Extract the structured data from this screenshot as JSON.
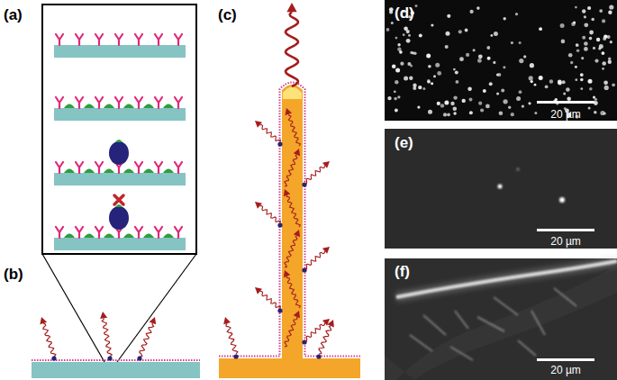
{
  "diagram": {
    "labels": [
      "(a)",
      "(b)",
      "(c)",
      "(d)",
      "(e)",
      "(f)",
      "20 µm",
      "20 µm",
      "20 µm"
    ]
  }
}
